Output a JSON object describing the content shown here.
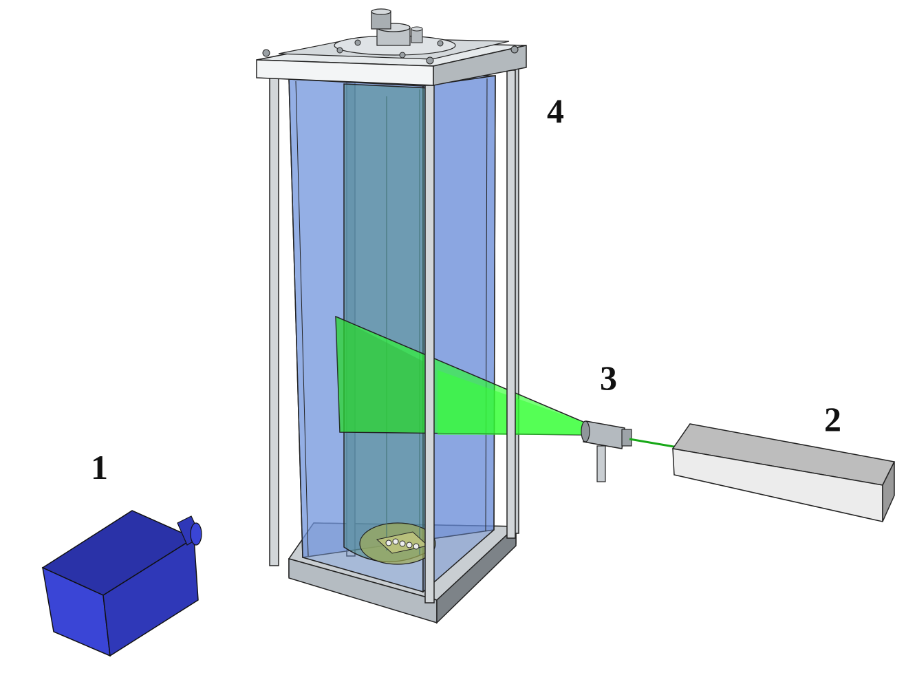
{
  "labels": {
    "camera": "1",
    "laser": "2",
    "optics": "3",
    "tank": "4"
  },
  "colors": {
    "camera_front": "#3a45d6",
    "camera_top": "#2a32a8",
    "camera_side": "#2f38b8",
    "tank_glass": "#8fb0e8",
    "inner_cylinder": "#5f8f92",
    "laser_sheet": "#28ff28",
    "laser_box": "#e9e9e9",
    "frame_metal": "#d8dde0",
    "ink": "#111111"
  },
  "icons": {
    "camera": "camera-box-icon",
    "laser": "laser-box-icon",
    "optics": "sheet-optics-icon",
    "tank": "water-tank-icon"
  }
}
